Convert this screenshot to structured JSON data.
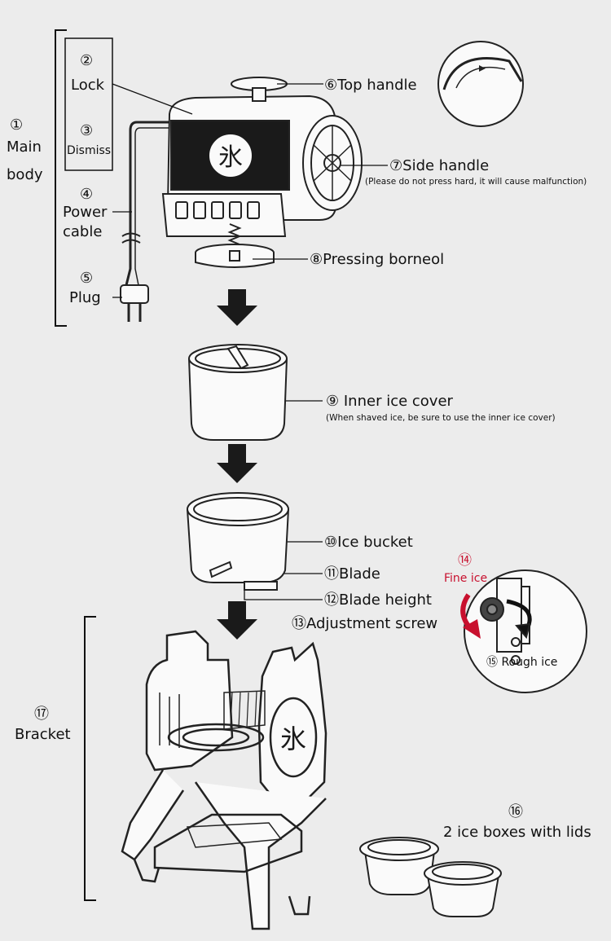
{
  "parts": {
    "main_body": {
      "num": "①",
      "line1": "Main",
      "line2": "body"
    },
    "lock": {
      "num": "②",
      "label": "Lock"
    },
    "dismiss": {
      "num": "③",
      "label": "Dismiss"
    },
    "power_cable": {
      "num": "④",
      "line1": "Power",
      "line2": "cable"
    },
    "plug": {
      "num": "⑤",
      "label": "Plug"
    },
    "top_handle": {
      "num": "⑥",
      "label": "Top handle"
    },
    "side_handle": {
      "num": "⑦",
      "label": "Side handle",
      "note": "(Please do not press hard, it will cause malfunction)"
    },
    "pressing_borneol": {
      "num": "⑧",
      "label": "Pressing borneol"
    },
    "inner_ice_cover": {
      "num": "⑨",
      "label": "Inner ice cover",
      "note": "(When shaved ice, be sure to use the inner ice cover)"
    },
    "ice_bucket": {
      "num": "⑩",
      "label": "Ice bucket"
    },
    "blade": {
      "num": "⑪",
      "label": "Blade"
    },
    "blade_height": {
      "num": "⑫",
      "label": "Blade height"
    },
    "adjustment_screw": {
      "num": "⑬",
      "label": "Adjustment screw"
    },
    "fine_ice": {
      "num": "⑭",
      "label": "Fine ice"
    },
    "rough_ice": {
      "num": "⑮",
      "label": "Rough ice"
    },
    "ice_boxes": {
      "num": "⑯",
      "label": "2 ice boxes with lids"
    },
    "bracket": {
      "num": "⑰",
      "label": "Bracket"
    }
  },
  "emblem_char": "氷",
  "colors": {
    "background": "#ececec",
    "accent_red": "#c8102e",
    "ink": "#111111"
  }
}
